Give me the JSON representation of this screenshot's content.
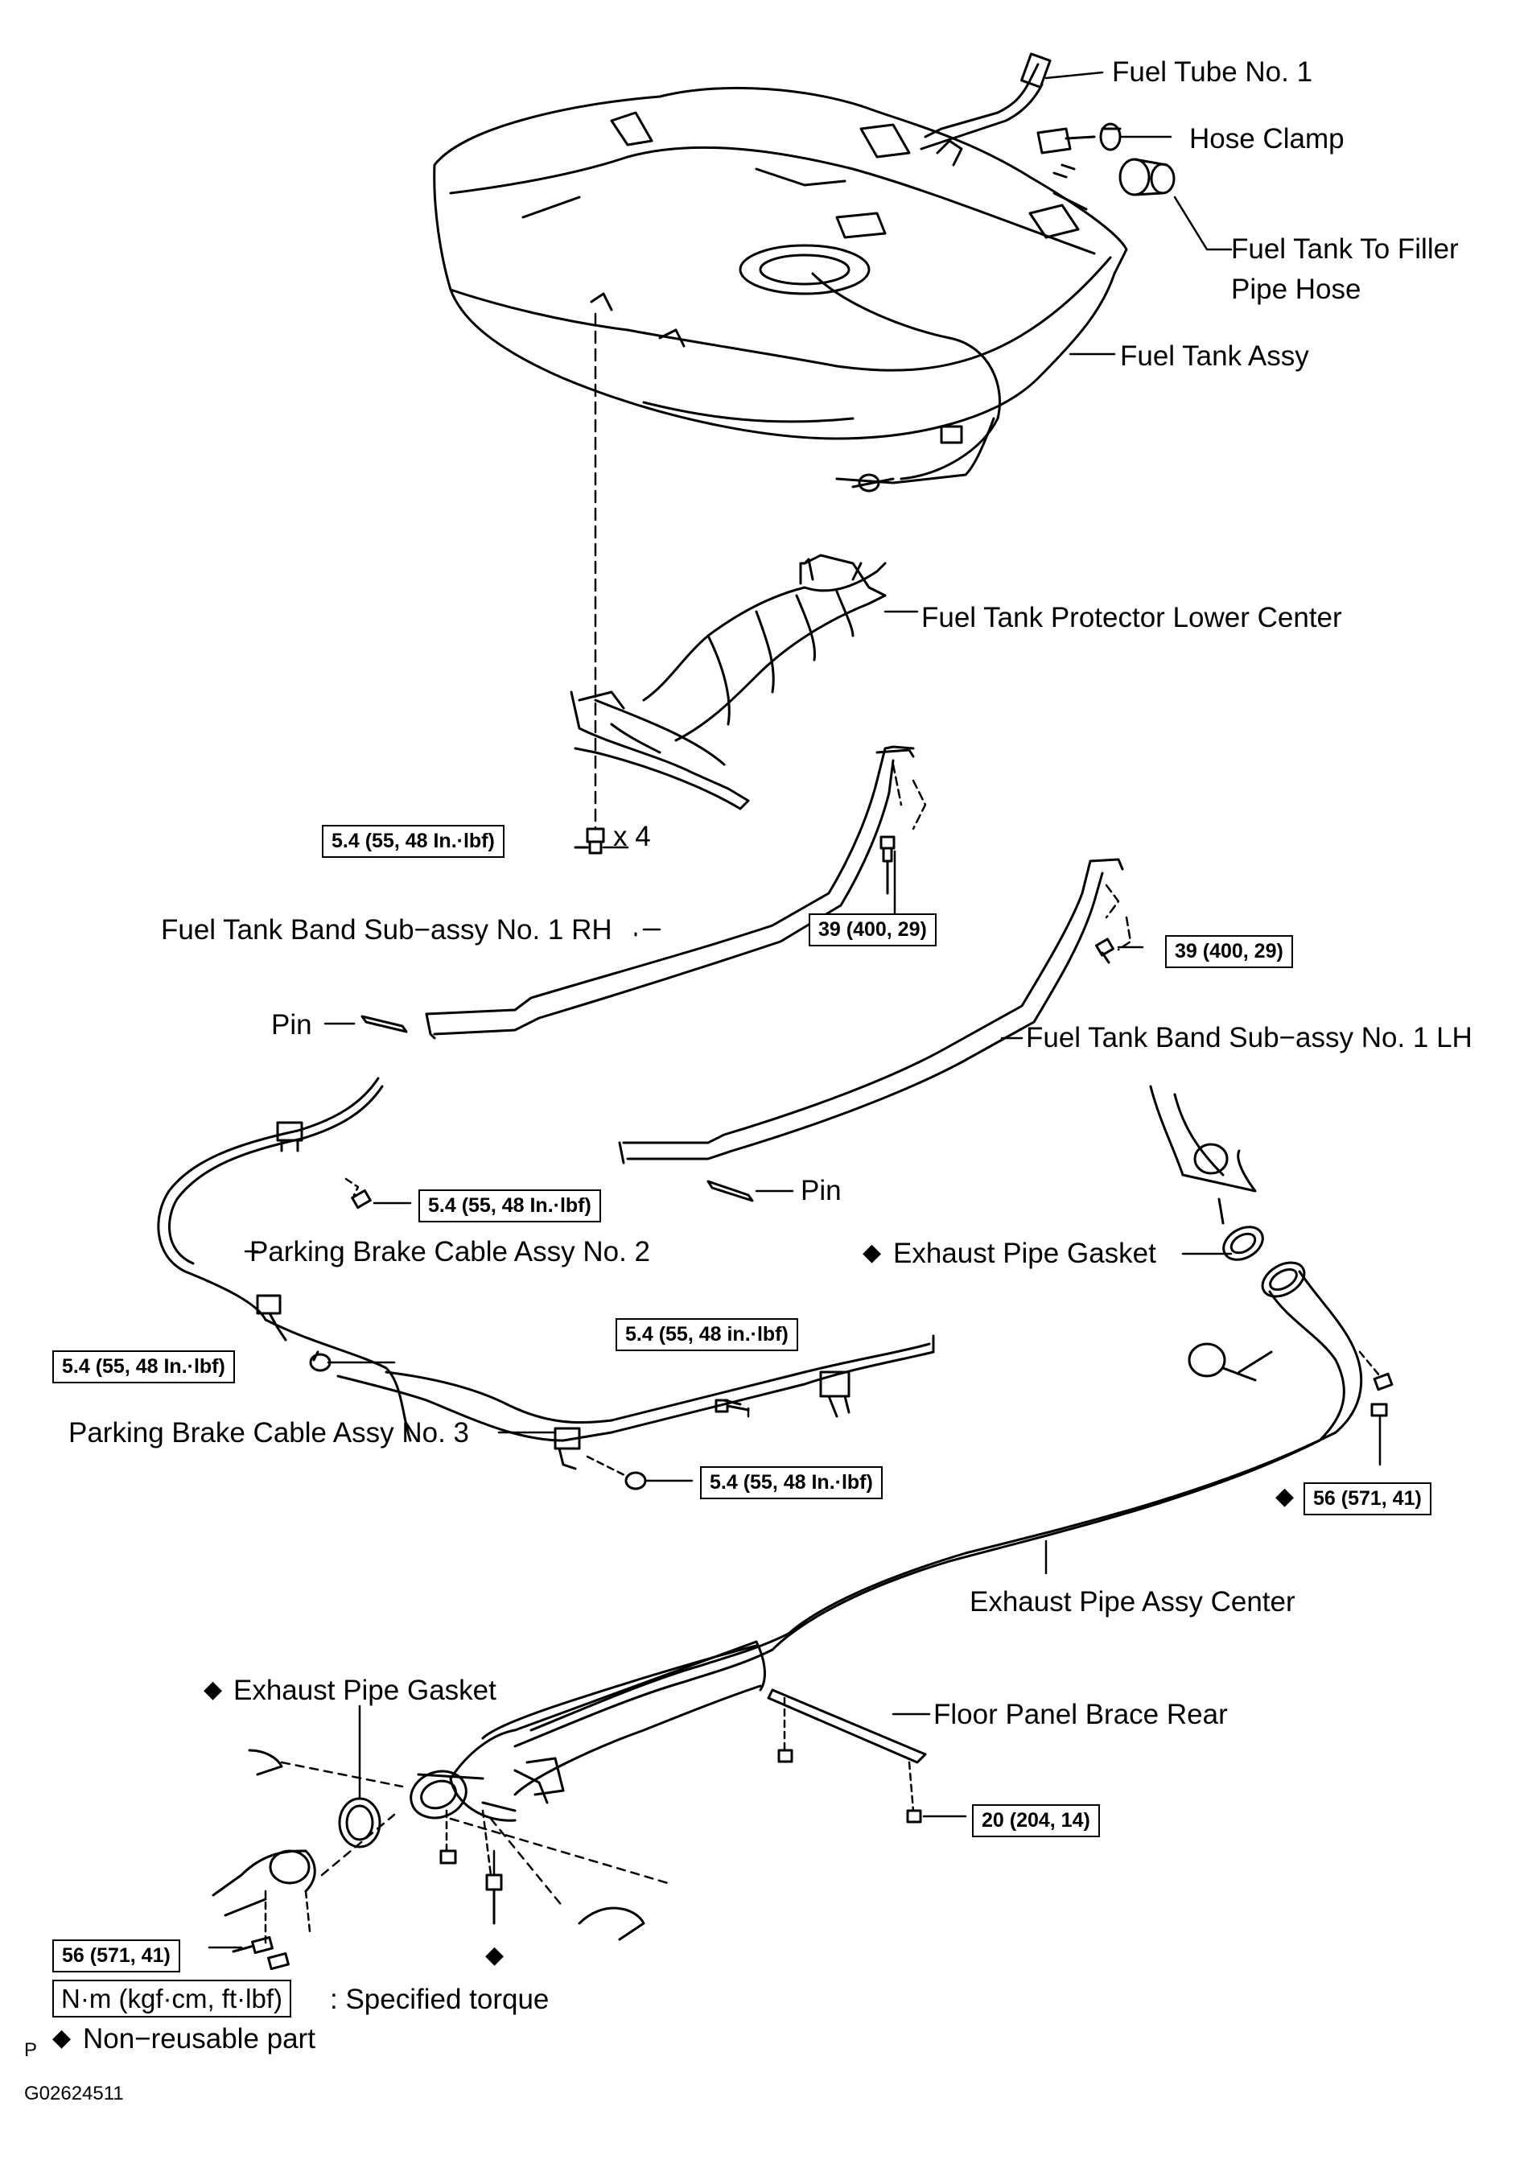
{
  "labels": {
    "fuel_tube_no1": "Fuel Tube No. 1",
    "hose_clamp": "Hose Clamp",
    "filler_hose_line1": "Fuel Tank To Filler",
    "filler_hose_line2": "Pipe Hose",
    "fuel_tank_assy": "Fuel Tank Assy",
    "protector_lower_center": "Fuel Tank Protector Lower Center",
    "band_rh": "Fuel Tank Band Sub−assy No. 1 RH",
    "band_lh": "Fuel Tank Band Sub−assy No. 1 LH",
    "pin": "Pin",
    "parking_cable_no2": "Parking Brake Cable Assy No. 2",
    "parking_cable_no3": "Parking Brake Cable Assy No. 3",
    "exhaust_gasket": "Exhaust Pipe Gasket",
    "exhaust_pipe_center": "Exhaust Pipe Assy Center",
    "floor_brace_rear": "Floor Panel Brace Rear",
    "qty_x4": "x 4"
  },
  "torques": {
    "t_5_4_in": "5.4 (55, 48 In.·lbf)",
    "t_5_4_in_lower": "5.4 (55, 48 in.·lbf)",
    "t_39": "39 (400, 29)",
    "t_56": "56 (571, 41)",
    "t_20": "20 (204, 14)"
  },
  "legend": {
    "unit_box": "N·m (kgf·cm, ft·lbf)",
    "unit_desc": ": Specified torque",
    "non_reusable": "Non−reusable part",
    "diamond": "◆"
  },
  "footer": {
    "corner_letter": "P",
    "figure_code": "G02624511"
  }
}
